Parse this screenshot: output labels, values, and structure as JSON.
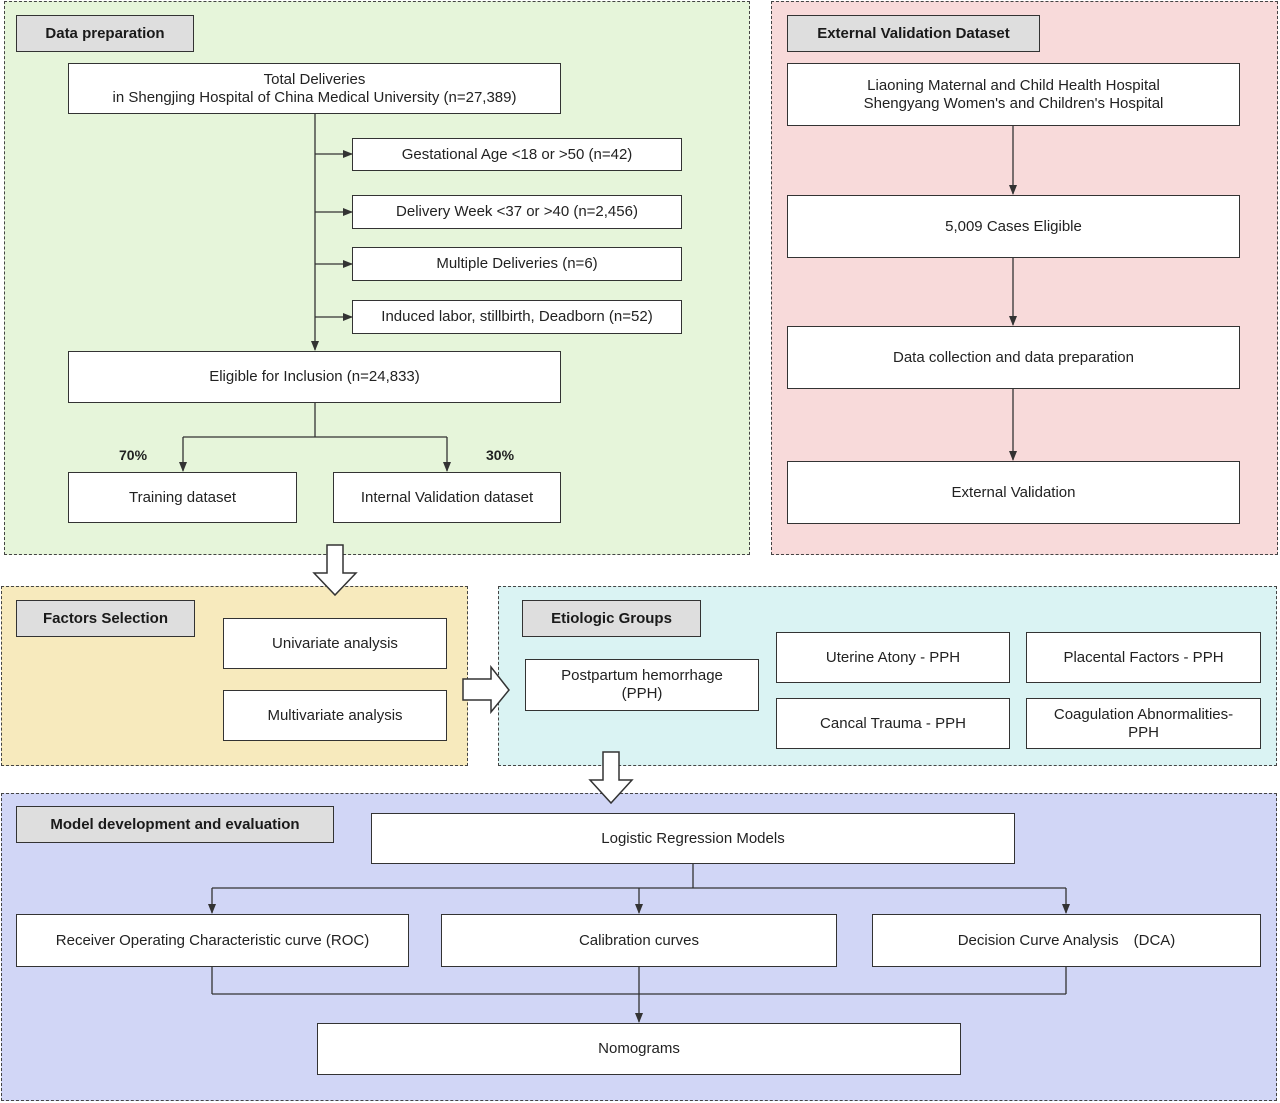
{
  "data_preparation": {
    "title": "Data preparation",
    "total": "Total Deliveries\nin Shengjing Hospital of China Medical University (n=27,389)",
    "exclusions": [
      "Gestational Age <18 or >50  (n=42)",
      "Delivery Week <37 or >40 (n=2,456)",
      "Multiple Deliveries  (n=6)",
      "Induced labor, stillbirth, Deadborn  (n=52)"
    ],
    "eligible": "Eligible for Inclusion (n=24,833)",
    "split_left_pct": "70%",
    "split_right_pct": "30%",
    "training": "Training dataset",
    "internal_validation": "Internal Validation dataset"
  },
  "external_validation": {
    "title": "External Validation Dataset",
    "hospitals": "Liaoning Maternal and Child Health Hospital\nShengyang Women's and Children's Hospital",
    "eligible": "5,009 Cases Eligible",
    "collection": "Data collection and data preparation",
    "validation": "External Validation"
  },
  "factors_selection": {
    "title": "Factors Selection",
    "univariate": "Univariate analysis",
    "multivariate": "Multivariate analysis"
  },
  "etiologic_groups": {
    "title": "Etiologic Groups",
    "pph": "Postpartum hemorrhage\n(PPH)",
    "groups": [
      "Uterine Atony - PPH",
      "Placental Factors - PPH",
      "Cancal Trauma - PPH",
      "Coagulation Abnormalities-\nPPH"
    ]
  },
  "model": {
    "title": "Model development and evaluation",
    "logistic": "Logistic Regression Models",
    "roc": "Receiver Operating Characteristic curve (ROC)",
    "calibration": "Calibration curves",
    "dca": "Decision Curve Analysis　(DCA)",
    "nomograms": "Nomograms"
  }
}
